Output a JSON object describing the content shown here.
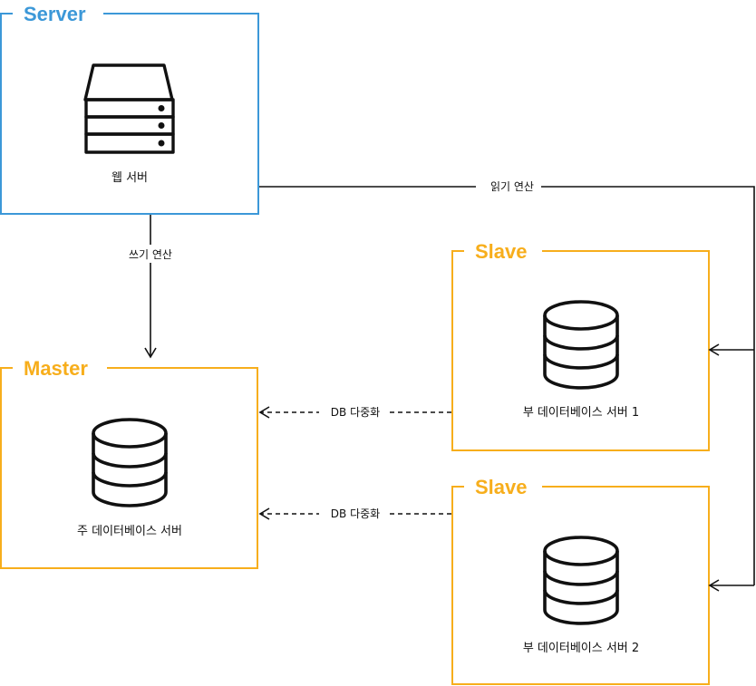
{
  "colors": {
    "server": "#3c98d8",
    "database": "#f7ae1c",
    "line": "#111111"
  },
  "icons": {
    "server": "server-rack-icon",
    "database": "database-cylinder-icon"
  },
  "server": {
    "title": "Server",
    "label": "웹 서버"
  },
  "master": {
    "title": "Master",
    "label": "주 데이터베이스 서버"
  },
  "slave1": {
    "title": "Slave",
    "label": "부 데이터베이스 서버 1"
  },
  "slave2": {
    "title": "Slave",
    "label": "부 데이터베이스 서버 2"
  },
  "edges": {
    "write": "쓰기 연산",
    "read": "읽기 연산",
    "replication1": "DB 다중화",
    "replication2": "DB 다중화"
  }
}
